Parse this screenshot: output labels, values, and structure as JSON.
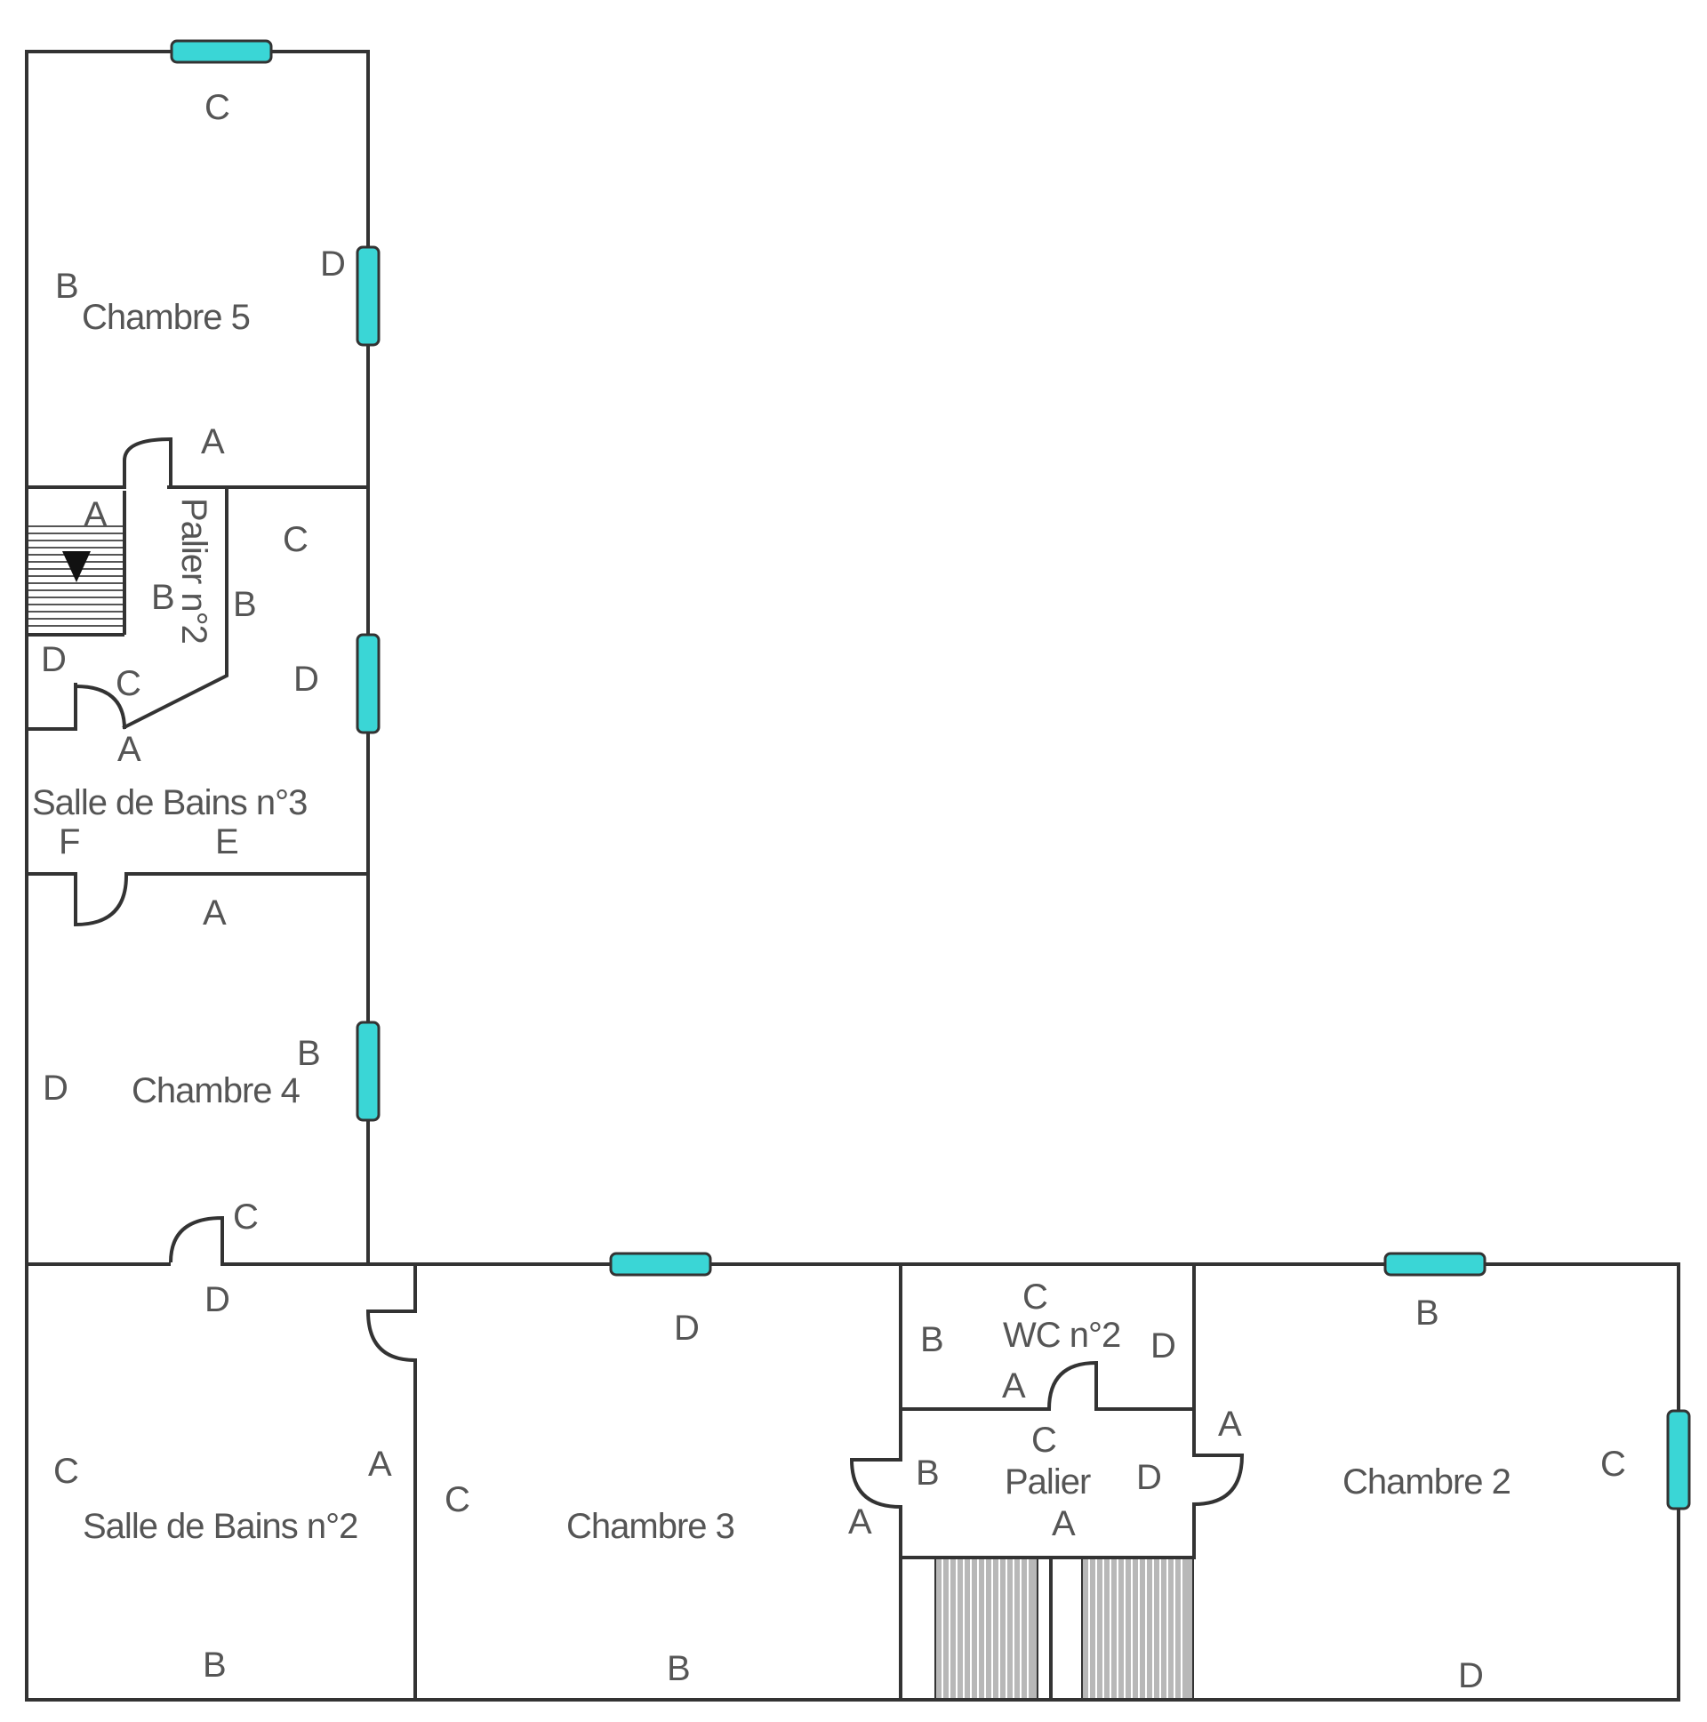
{
  "colors": {
    "wall": "#333333",
    "window": "#3ad6d6",
    "text": "#555555",
    "background": "#ffffff"
  },
  "rooms": {
    "chambre5": "Chambre 5",
    "palier2": "Palier n°2",
    "sdb3": "Salle de Bains n°3",
    "chambre4": "Chambre 4",
    "sdb2": "Salle de Bains n°2",
    "chambre3": "Chambre 3",
    "wc2": "WC n°2",
    "palier": "Palier",
    "chambre2": "Chambre 2"
  },
  "wall_labels": {
    "ch5_c": "C",
    "ch5_b": "B",
    "ch5_d": "D",
    "ch5_a": "A",
    "p2_a": "A",
    "p2_b": "B",
    "p2_d": "D",
    "p2_c": "C",
    "sdb3_c": "C",
    "sdb3_b": "B",
    "sdb3_d": "D",
    "sdb3_a": "A",
    "sdb3_f": "F",
    "sdb3_e": "E",
    "ch4_a": "A",
    "ch4_b": "B",
    "ch4_d": "D",
    "ch4_c": "C",
    "sdb2_d": "D",
    "sdb2_c": "C",
    "sdb2_a": "A",
    "sdb2_b": "B",
    "ch3_d": "D",
    "ch3_c": "C",
    "ch3_a": "A",
    "ch3_b": "B",
    "wc_c": "C",
    "wc_b": "B",
    "wc_d": "D",
    "wc_a": "A",
    "pal_c": "C",
    "pal_b": "B",
    "pal_d": "D",
    "pal_a": "A",
    "ch2_b": "B",
    "ch2_a": "A",
    "ch2_c": "C",
    "ch2_d": "D"
  }
}
